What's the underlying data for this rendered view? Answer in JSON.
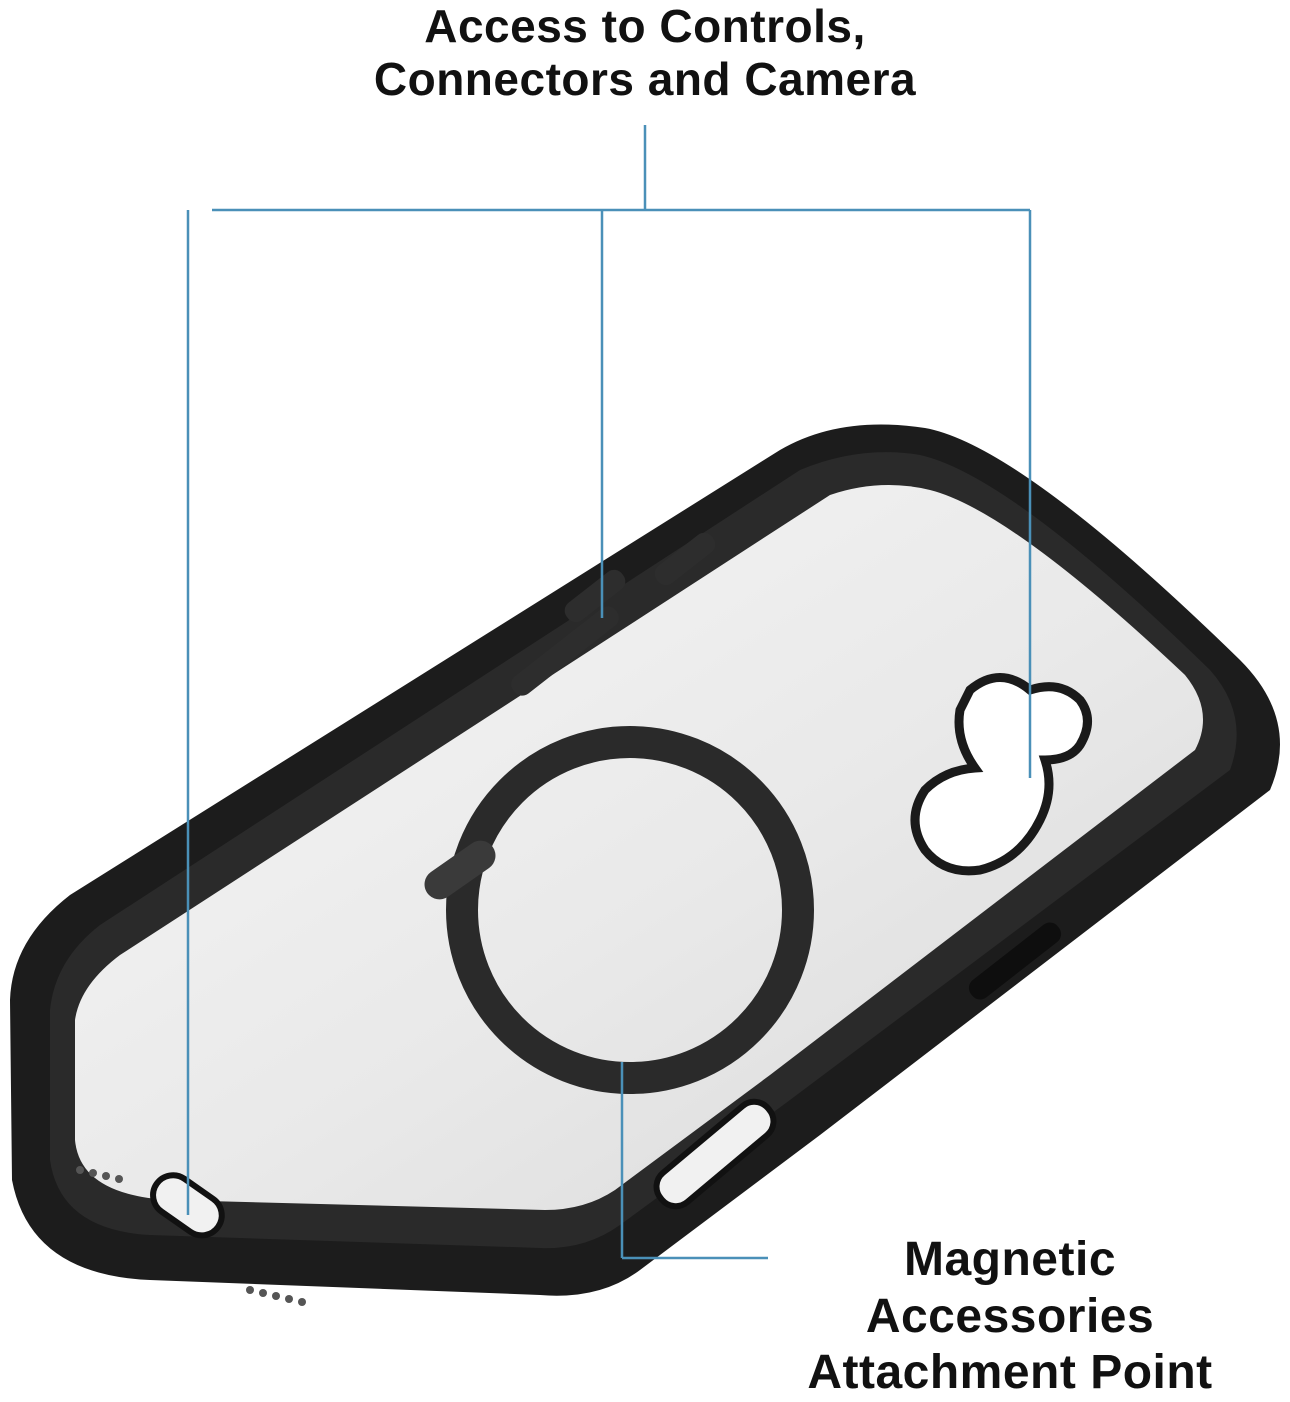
{
  "callouts": {
    "top": {
      "line1": "Access to Controls,",
      "line2": "Connectors and Camera"
    },
    "bottom": {
      "line1": "Magnetic",
      "line2": "Accessories",
      "line3": "Attachment Point"
    }
  },
  "colors": {
    "leader_line": "#4a90b8",
    "case_frame": "#1c1c1c",
    "clear_back": "#ededed",
    "text": "#111111"
  },
  "icons": [
    "magsafe-ring-icon",
    "camera-cutout-icon"
  ]
}
